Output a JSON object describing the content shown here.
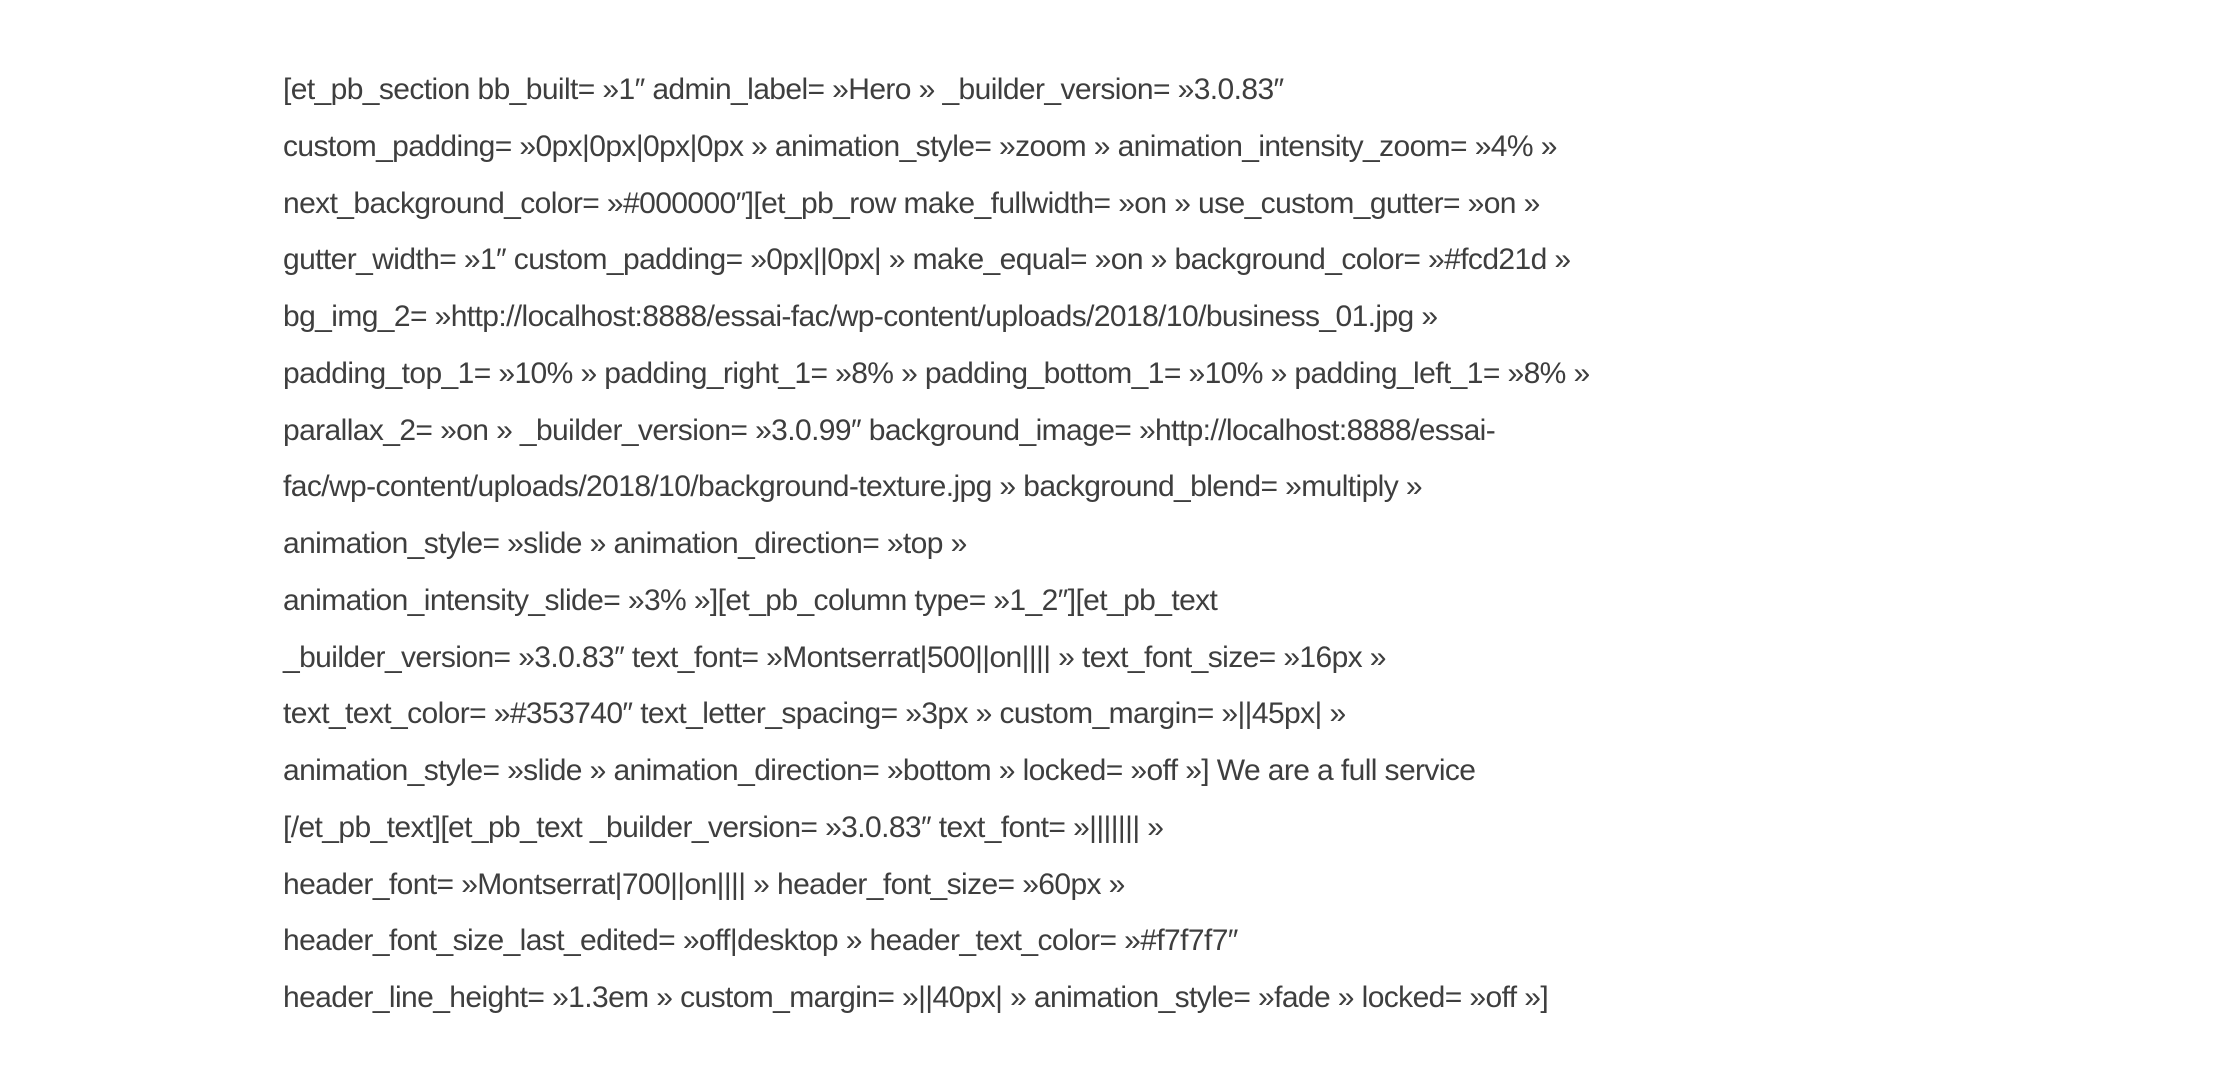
{
  "document": {
    "lines": [
      "[et_pb_section bb_built= »1″ admin_label= »Hero » _builder_version= »3.0.83″",
      "custom_padding= »0px|0px|0px|0px » animation_style= »zoom » animation_intensity_zoom= »4% »",
      "next_background_color= »#000000″][et_pb_row make_fullwidth= »on » use_custom_gutter= »on »",
      "gutter_width= »1″ custom_padding= »0px||0px| » make_equal= »on » background_color= »#fcd21d »",
      "bg_img_2= »http://localhost:8888/essai-fac/wp-content/uploads/2018/10/business_01.jpg »",
      "padding_top_1= »10% » padding_right_1= »8% » padding_bottom_1= »10% » padding_left_1= »8% »",
      "parallax_2= »on » _builder_version= »3.0.99″ background_image= »http://localhost:8888/essai-",
      "fac/wp-content/uploads/2018/10/background-texture.jpg » background_blend= »multiply »",
      "animation_style= »slide » animation_direction= »top »",
      "animation_intensity_slide= »3% »][et_pb_column type= »1_2″][et_pb_text",
      "_builder_version= »3.0.83″ text_font= »Montserrat|500||on|||| » text_font_size= »16px »",
      "text_text_color= »#353740″ text_letter_spacing= »3px » custom_margin= »||45px| »",
      "animation_style= »slide » animation_direction= »bottom » locked= »off »] We are a full service",
      "[/et_pb_text][et_pb_text _builder_version= »3.0.83″ text_font= »||||||| »",
      "header_font= »Montserrat|700||on|||| » header_font_size= »60px »",
      "header_font_size_last_edited= »off|desktop » header_text_color= »#f7f7f7″",
      "header_line_height= »1.3em » custom_margin= »||40px| » animation_style= »fade » locked= »off »]"
    ]
  }
}
